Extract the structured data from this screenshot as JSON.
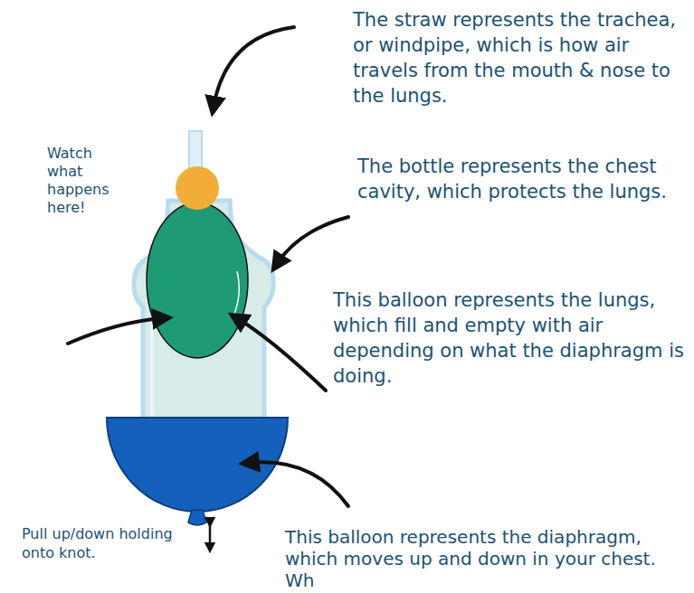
{
  "diagram": {
    "labels": [
      "The straw represents the trachea, or windpipe, which is how air travels from the mouth & nose to the lungs.",
      "Watch what happens here!",
      "The bottle represents the chest cavity, which protects the lungs.",
      "This balloon represents the lungs, which fill and empty with air depending on what the diaphragm is doing.",
      "Pull up/down holding onto knot.",
      "This balloon represents the diaphragm, which moves up and down in your chest. Wh"
    ]
  }
}
